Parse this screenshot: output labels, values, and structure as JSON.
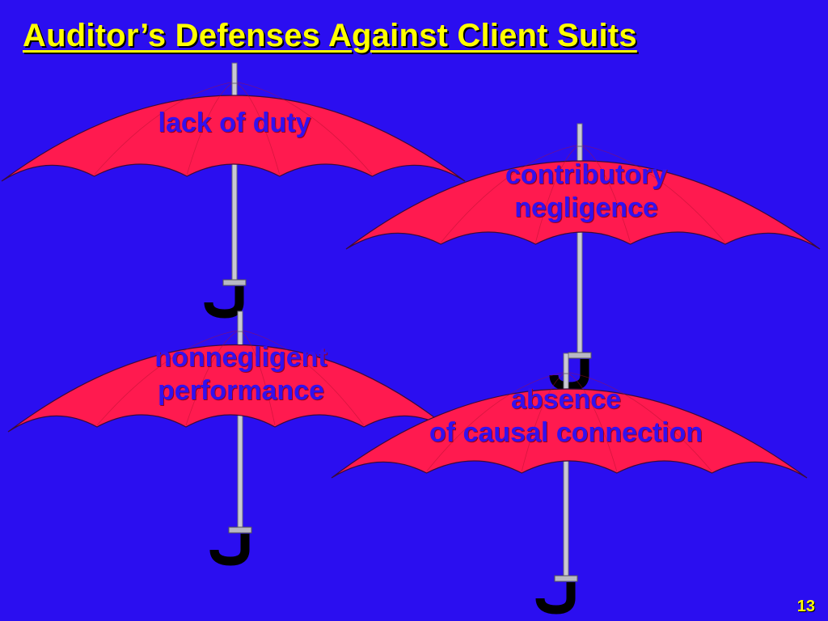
{
  "title": "Auditor’s Defenses Against Client Suits",
  "page_number": "13",
  "colors": {
    "background": "#2b0ef0",
    "umbrella": "#ff1a4f",
    "title": "#ffff00",
    "label": "#3311ee"
  },
  "umbrellas": [
    {
      "line1": "lack of duty",
      "line2": ""
    },
    {
      "line1": "contributory",
      "line2": "negligence"
    },
    {
      "line1": "nonnegligent",
      "line2": "performance"
    },
    {
      "line1": "absence",
      "line2": "of causal connection"
    }
  ]
}
